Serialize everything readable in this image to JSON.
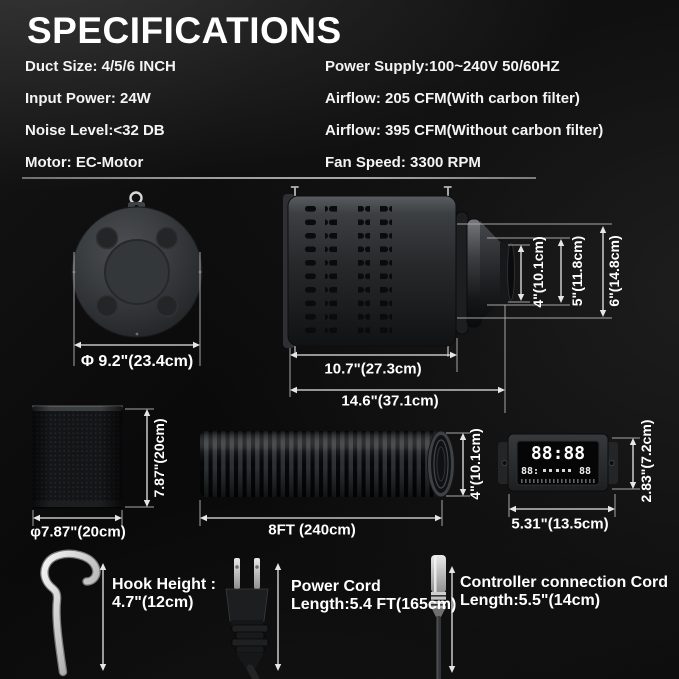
{
  "title": "SPECIFICATIONS",
  "specs_left": [
    "Duct Size: 4/5/6 INCH",
    "Input Power: 24W",
    "Noise Level:<32 DB",
    "Motor: EC-Motor"
  ],
  "specs_right": [
    "Power Supply:100~240V 50/60HZ",
    "Airflow: 205 CFM(With carbon filter)",
    "Airflow: 395 CFM(Without carbon filter)",
    "Fan Speed: 3300 RPM"
  ],
  "fan_top_view": {
    "diameter": "Φ 9.2\"(23.4cm)"
  },
  "fan_side_view": {
    "outlet_diameter": "4\"(10.1cm)",
    "mid_diameter": "5\"(11.8cm)",
    "body_diameter": "6\"(14.8cm)",
    "body_length": "10.7\"(27.3cm)",
    "total_length": "14.6\"(37.1cm)"
  },
  "carbon_filter": {
    "height": "7.87\"(20cm)",
    "diameter": "φ7.87\"(20cm)"
  },
  "duct": {
    "length": "8FT (240cm)",
    "diameter": "4\"(10.1cm)"
  },
  "controller": {
    "width": "5.31\"(13.5cm)",
    "height": "2.83\"(7.2cm)",
    "display_main": "88:88",
    "display_sub_left": "88:",
    "display_sub_right": "88"
  },
  "hook": {
    "line1": "Hook Height :",
    "line2": "4.7\"(12cm)"
  },
  "power_cord": {
    "line1": "Power Cord",
    "line2": "Length:5.4 FT(165cm)"
  },
  "controller_cord": {
    "line1": "Controller connection Cord",
    "line2": "Length:5.5\"(14cm)"
  },
  "colors": {
    "background": "#0b0b0b",
    "text": "#ffffff",
    "divider": "#8d8d8d",
    "dimension_lines": "#e6e6e6"
  }
}
